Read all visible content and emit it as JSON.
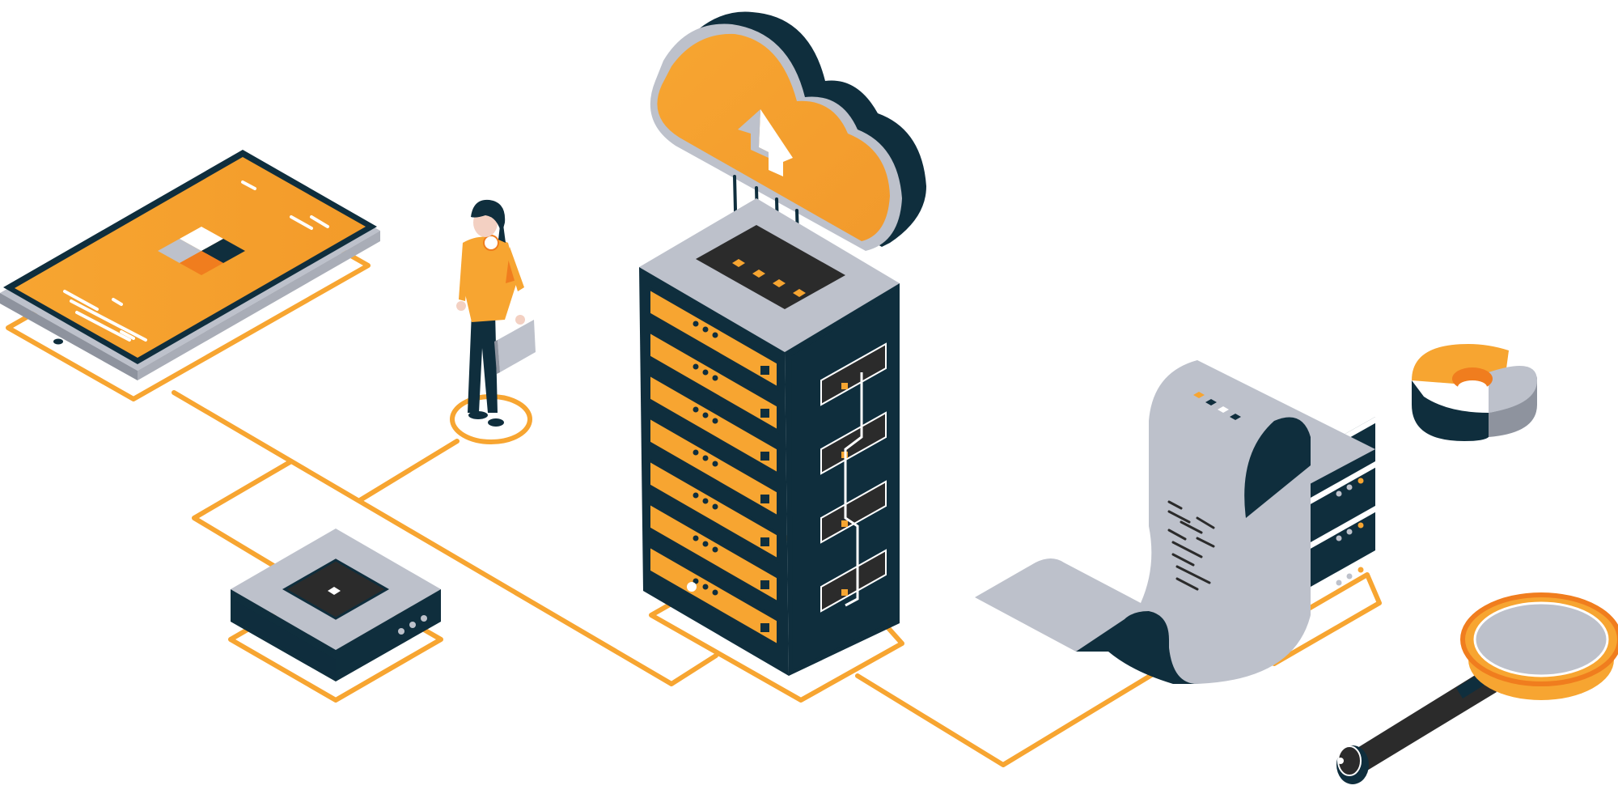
{
  "scene": {
    "type": "isometric-illustration",
    "subject": "",
    "elements": [
      {
        "name": "smartphone-device",
        "icon": "smartphone-icon"
      },
      {
        "name": "person-with-laptop",
        "icon": "person-icon"
      },
      {
        "name": "cloud-upload",
        "icon": "cloud-upload-icon"
      },
      {
        "name": "server-rack",
        "icon": "server-icon"
      },
      {
        "name": "network-hub",
        "icon": "router-icon"
      },
      {
        "name": "document-scroll",
        "icon": "document-icon"
      },
      {
        "name": "server-stack-small",
        "icon": "server-stack-icon"
      },
      {
        "name": "donut-chart",
        "icon": "pie-chart-icon"
      },
      {
        "name": "magnifying-glass",
        "icon": "magnifier-icon"
      }
    ]
  },
  "colors": {
    "orange": "#F7A531",
    "orange_dark": "#F07D1E",
    "navy": "#0F2E3D",
    "gray": "#BDC1CB",
    "gray_dark": "#8E939E",
    "charcoal": "#2B2B2B",
    "white": "#FFFFFF"
  }
}
